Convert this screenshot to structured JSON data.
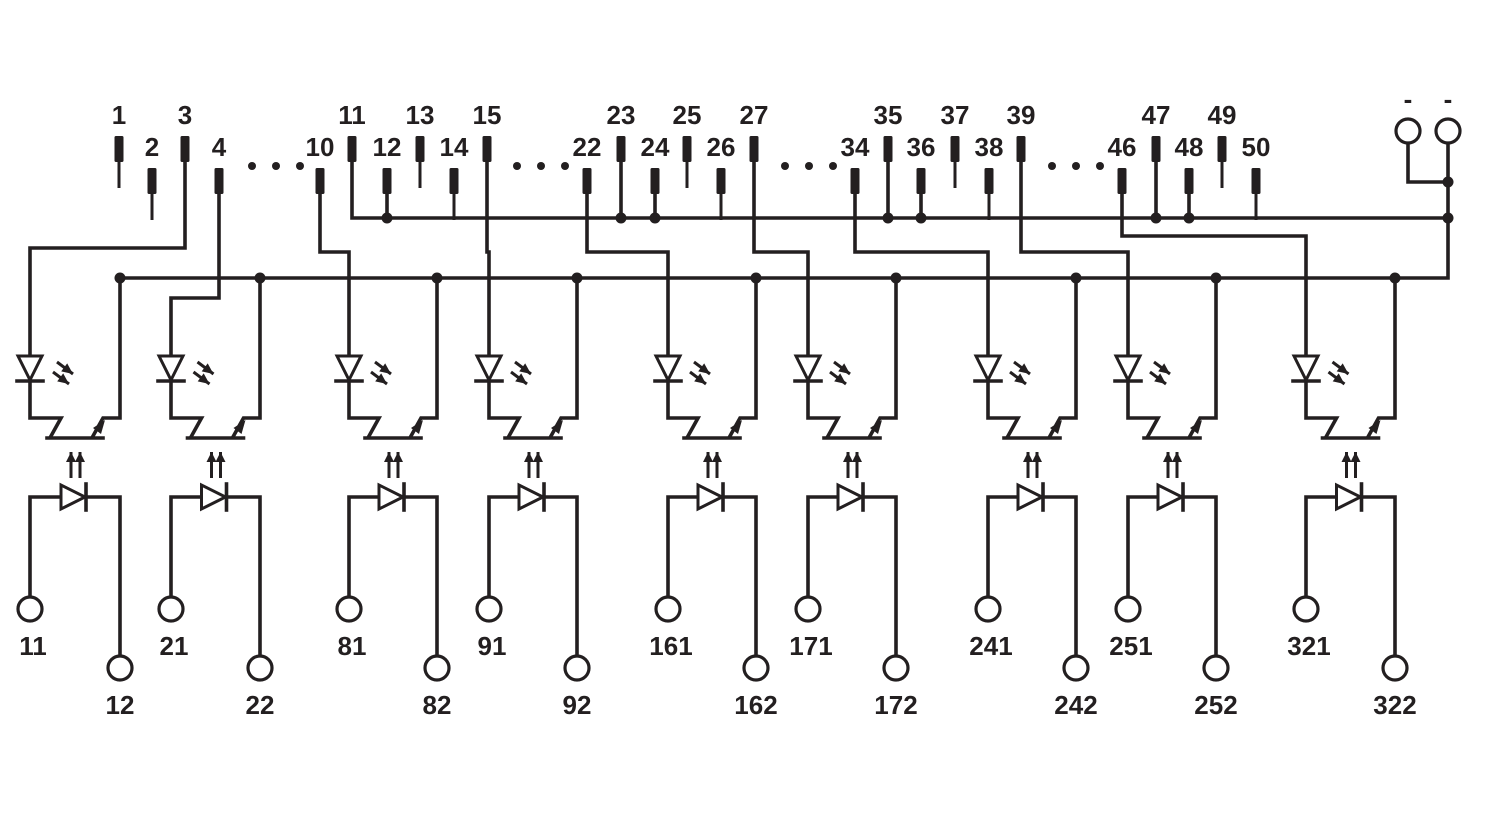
{
  "connector": {
    "pins": [
      {
        "label": "1",
        "row": "top"
      },
      {
        "label": "2",
        "row": "bottom"
      },
      {
        "label": "3",
        "row": "top"
      },
      {
        "label": "4",
        "row": "bottom"
      },
      {
        "label": "10",
        "row": "bottom"
      },
      {
        "label": "11",
        "row": "top"
      },
      {
        "label": "12",
        "row": "bottom"
      },
      {
        "label": "13",
        "row": "top"
      },
      {
        "label": "14",
        "row": "bottom"
      },
      {
        "label": "15",
        "row": "top"
      },
      {
        "label": "22",
        "row": "bottom"
      },
      {
        "label": "23",
        "row": "top"
      },
      {
        "label": "24",
        "row": "bottom"
      },
      {
        "label": "25",
        "row": "top"
      },
      {
        "label": "26",
        "row": "bottom"
      },
      {
        "label": "27",
        "row": "top"
      },
      {
        "label": "34",
        "row": "bottom"
      },
      {
        "label": "35",
        "row": "top"
      },
      {
        "label": "36",
        "row": "bottom"
      },
      {
        "label": "37",
        "row": "top"
      },
      {
        "label": "38",
        "row": "bottom"
      },
      {
        "label": "39",
        "row": "top"
      },
      {
        "label": "46",
        "row": "bottom"
      },
      {
        "label": "47",
        "row": "top"
      },
      {
        "label": "48",
        "row": "bottom"
      },
      {
        "label": "49",
        "row": "top"
      },
      {
        "label": "50",
        "row": "bottom"
      }
    ],
    "minus_terminals": [
      "-",
      "-"
    ]
  },
  "channels": [
    {
      "in_a": "11",
      "in_b": "12"
    },
    {
      "in_a": "21",
      "in_b": "22"
    },
    {
      "in_a": "81",
      "in_b": "82"
    },
    {
      "in_a": "91",
      "in_b": "92"
    },
    {
      "in_a": "161",
      "in_b": "162"
    },
    {
      "in_a": "171",
      "in_b": "172"
    },
    {
      "in_a": "241",
      "in_b": "242"
    },
    {
      "in_a": "251",
      "in_b": "252"
    },
    {
      "in_a": "321",
      "in_b": "322"
    }
  ],
  "colors": {
    "ink": "#231f20",
    "background": "#ffffff"
  }
}
